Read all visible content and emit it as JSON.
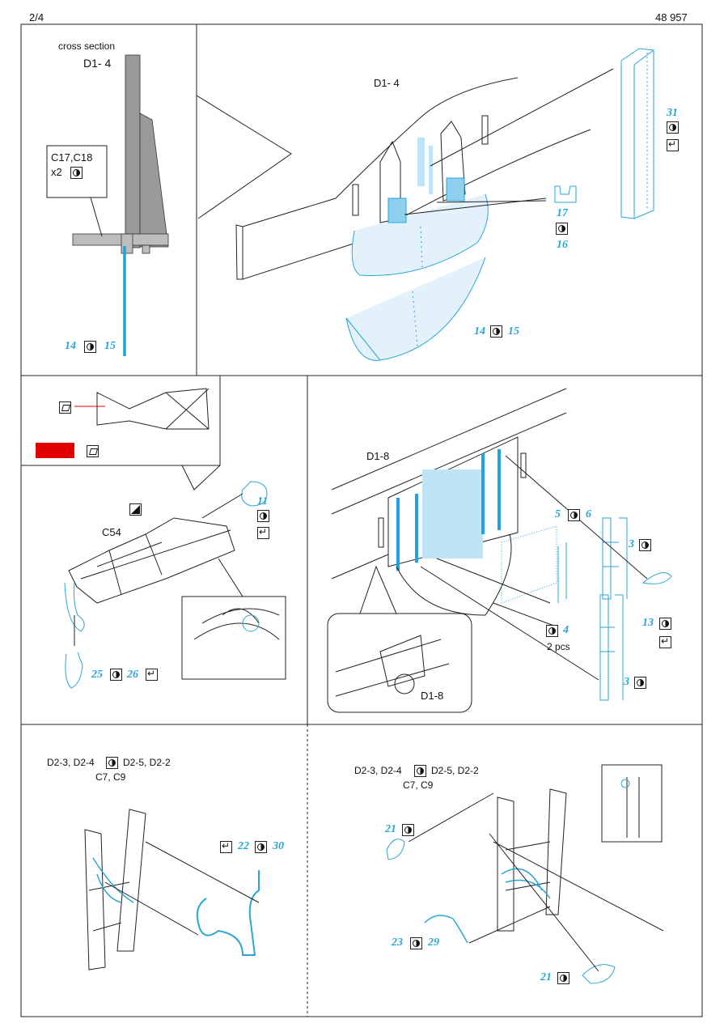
{
  "header": {
    "page": "2/4",
    "code": "48 957"
  },
  "colors": {
    "accent": "#2aa6d6",
    "fill": "#cfe8f6",
    "red": "#e00000",
    "grey": "#9a9a9a"
  },
  "panels": {
    "p1": {
      "cross_section": "cross section",
      "ref": "D1- 4",
      "callout_line1": "C17,C18",
      "callout_line2": "x2",
      "n14": "14",
      "n15": "15"
    },
    "p2": {
      "ref": "D1- 4",
      "n31": "31",
      "n17": "17",
      "n16": "16",
      "n14": "14",
      "n15": "15"
    },
    "p3": {
      "part": "C54",
      "n11": "11",
      "n25": "25",
      "n26": "26"
    },
    "p4": {
      "ref": "D1-8",
      "n5": "5",
      "n6": "6",
      "n3a": "3",
      "n4": "4",
      "pcs": "2 pcs",
      "n13": "13",
      "n3b": "3",
      "inset_ref": "D1-8"
    },
    "p5": {
      "refs_line1a": "D2-3, D2-4",
      "refs_line1b": "D2-5, D2-2",
      "refs_line2": "C7, C9",
      "n22": "22",
      "n30": "30"
    },
    "p6": {
      "refs_line1a": "D2-3, D2-4",
      "refs_line1b": "D2-5, D2-2",
      "refs_line2": "C7, C9",
      "n21a": "21",
      "n23": "23",
      "n29": "29",
      "n21b": "21"
    }
  },
  "icons": [
    "optional-parts-icon",
    "bend-icon",
    "glue-icon",
    "paint-icon"
  ]
}
